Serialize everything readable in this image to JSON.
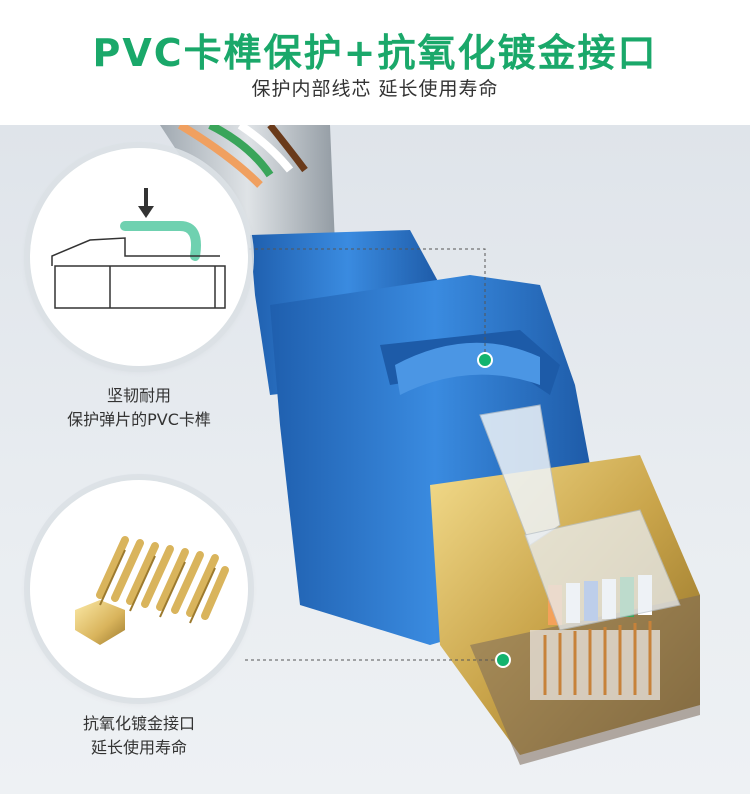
{
  "header": {
    "title": "PVC卡榫保护+抗氧化镀金接口",
    "subtitle": "保护内部线芯 延长使用寿命"
  },
  "callouts": [
    {
      "line1": "坚韧耐用",
      "line2": "保护弹片的PVC卡榫"
    },
    {
      "line1": "抗氧化镀金接口",
      "line2": "延长使用寿命"
    }
  ],
  "colors": {
    "accent": "#1aa86a",
    "boot": "#2f7fd6",
    "gold": "#c9a44a",
    "callout_dot": "#12b36e"
  },
  "icons": [
    "arrow-down-icon",
    "rj45-clip-icon",
    "gold-contacts-icon"
  ]
}
